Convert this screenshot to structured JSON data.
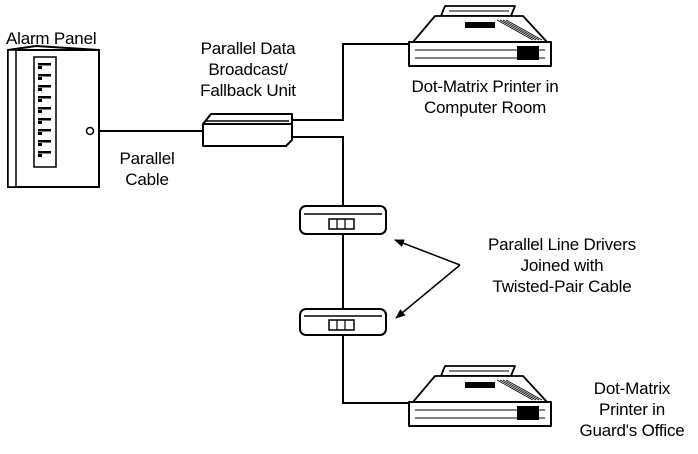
{
  "diagram": {
    "alarm_panel": "Alarm Panel",
    "broadcast_unit": [
      "Parallel Data",
      "Broadcast/",
      "Fallback Unit"
    ],
    "parallel_cable": [
      "Parallel",
      "Cable"
    ],
    "printer_computer_room": [
      "Dot-Matrix Printer in",
      "Computer Room"
    ],
    "line_drivers": [
      "Parallel Line Drivers",
      "Joined with",
      "Twisted-Pair Cable"
    ],
    "printer_guard_office": [
      "Dot-Matrix",
      "Printer in",
      "Guard's Office"
    ]
  },
  "colors": {
    "line": "#000000",
    "background": "#ffffff"
  }
}
